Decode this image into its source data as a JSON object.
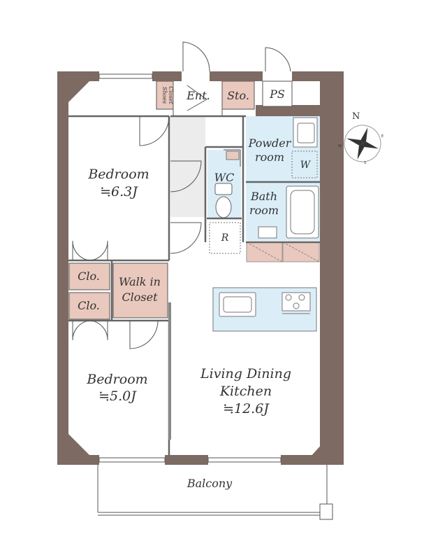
{
  "compass": {
    "north": "N",
    "east": "E",
    "south": "S",
    "west": "W"
  },
  "rooms": {
    "bedroom_top": {
      "name": "Bedroom",
      "size": "≒6.3J"
    },
    "bedroom_bottom": {
      "name": "Bedroom",
      "size": "≒5.0J"
    },
    "ldk": {
      "name_line1": "Living Dining",
      "name_line2": "Kitchen",
      "size": "≒12.6J"
    },
    "walk_in_closet": {
      "line1": "Walk in",
      "line2": "Closet"
    },
    "closet_1": "Clo.",
    "closet_2": "Clo.",
    "wc": "WC",
    "powder_room": {
      "line1": "Powder",
      "line2": "room"
    },
    "bath_room": {
      "line1": "Bath",
      "line2": "room"
    },
    "washer": "W",
    "refrigerator": "R",
    "entrance": "Ent.",
    "storage": "Sto.",
    "pipe_space": "PS",
    "shoes_closet": {
      "line1": "Shoes",
      "line2": "Closet"
    },
    "balcony": "Balcony"
  },
  "colors": {
    "wall": "#7d6a63",
    "storage_fill": "#e9c8bd",
    "wet_fill": "#dbeef8",
    "entry_fill": "#ececec",
    "line": "#555555"
  }
}
